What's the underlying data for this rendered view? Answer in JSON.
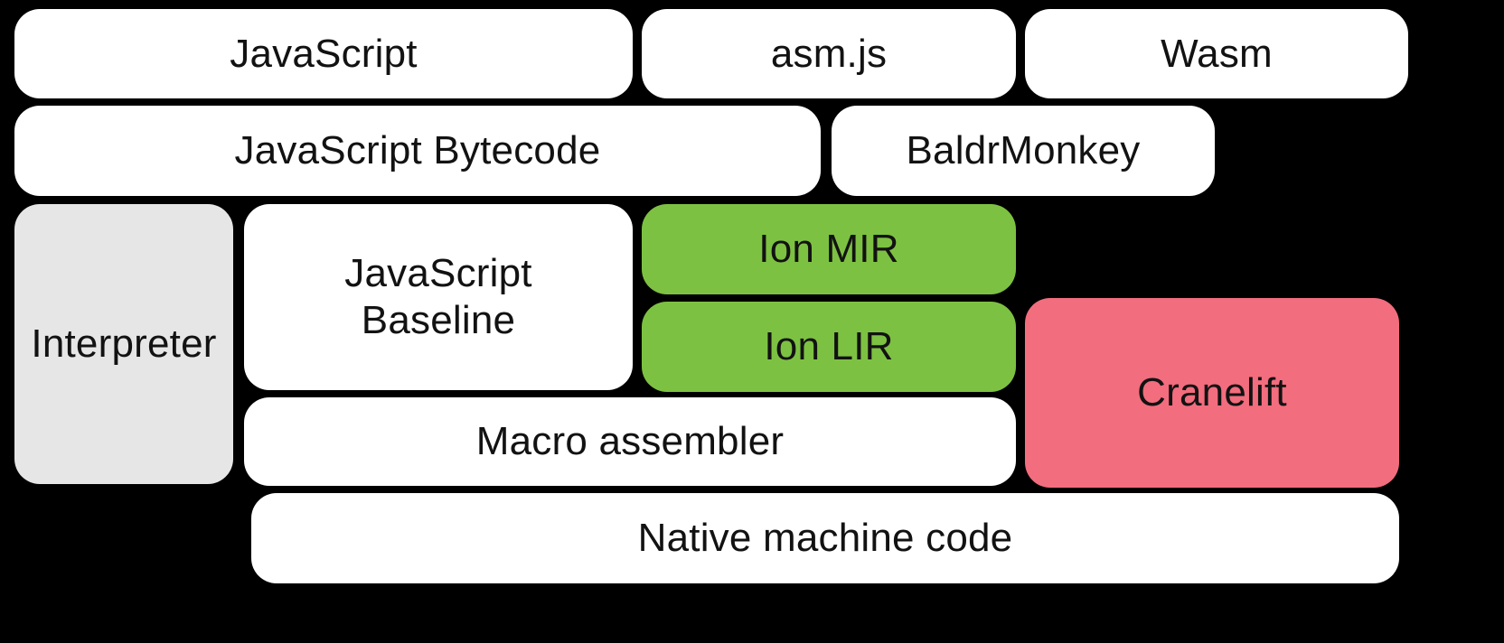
{
  "diagram": {
    "description": "JavaScript engine compiler pipeline diagram",
    "colors": {
      "background": "#000000",
      "default_node_fill": "#ffffff",
      "interpreter_node_fill": "#e6e6e6",
      "ion_node_fill": "#7dc142",
      "cranelift_node_fill": "#f26d7e",
      "text": "#121212"
    },
    "nodes": {
      "javascript": {
        "label": "JavaScript"
      },
      "asmjs": {
        "label": "asm.js"
      },
      "wasm": {
        "label": "Wasm"
      },
      "bytecode": {
        "label": "JavaScript Bytecode"
      },
      "baldrmonkey": {
        "label": "BaldrMonkey"
      },
      "interpreter": {
        "label": "Interpreter"
      },
      "baseline": {
        "label": "JavaScript\nBaseline"
      },
      "ion_mir": {
        "label": "Ion MIR"
      },
      "ion_lir": {
        "label": "Ion LIR"
      },
      "cranelift": {
        "label": "Cranelift"
      },
      "macro_assembler": {
        "label": "Macro assembler"
      },
      "native_machine_code": {
        "label": "Native machine code"
      }
    }
  }
}
